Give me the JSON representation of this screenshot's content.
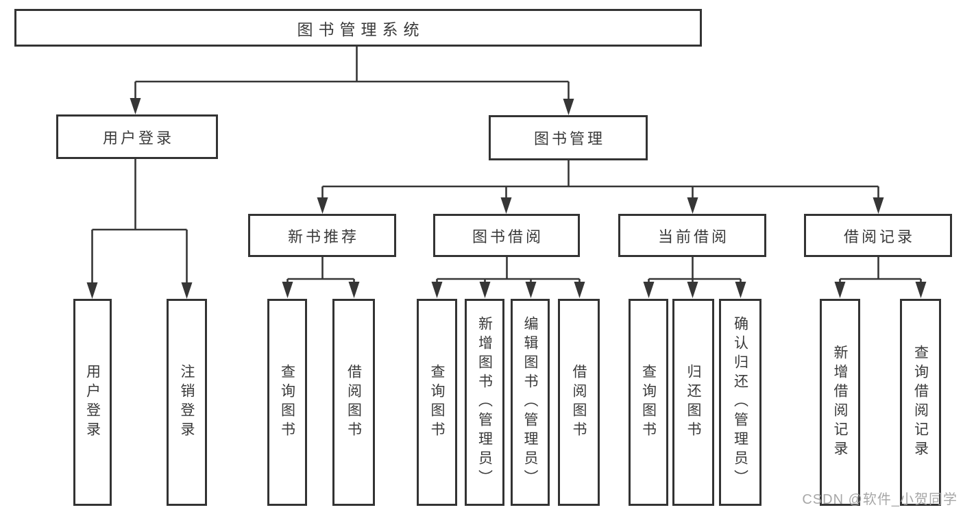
{
  "colors": {
    "background": "#ffffff",
    "box_border": "#333333",
    "connector_line": "#363636",
    "node_text": "#3a3a3a",
    "watermark_text": "#9e9e9e"
  },
  "tree": {
    "root": {
      "label": "图书管理系统",
      "children": [
        {
          "label": "用户登录",
          "children": [
            {
              "label": "用户登录"
            },
            {
              "label": "注销登录"
            }
          ]
        },
        {
          "label": "图书管理",
          "children": [
            {
              "label": "新书推荐",
              "children": [
                {
                  "label": "查询图书"
                },
                {
                  "label": "借阅图书"
                }
              ]
            },
            {
              "label": "图书借阅",
              "children": [
                {
                  "label": "查询图书"
                },
                {
                  "label": "新增图书（管理员）"
                },
                {
                  "label": "编辑图书（管理员）"
                },
                {
                  "label": "借阅图书"
                }
              ]
            },
            {
              "label": "当前借阅",
              "children": [
                {
                  "label": "查询图书"
                },
                {
                  "label": "归还图书"
                },
                {
                  "label": "确认归还（管理员）"
                }
              ]
            },
            {
              "label": "借阅记录",
              "children": [
                {
                  "label": "新增借阅记录"
                },
                {
                  "label": "查询借阅记录"
                }
              ]
            }
          ]
        }
      ]
    }
  },
  "watermark": {
    "text": "CSDN @软件_小贺同学"
  }
}
